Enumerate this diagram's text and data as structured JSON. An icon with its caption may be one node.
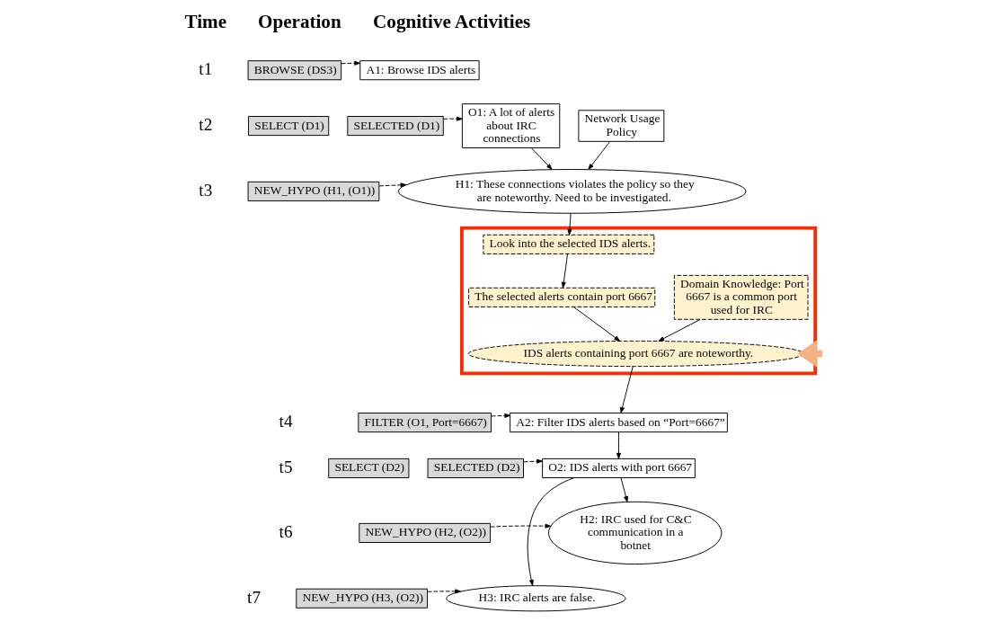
{
  "diagram": {
    "nodes": [
      {
        "text": [
          "BROWSE (DS3)"
        ]
      },
      {
        "text": [
          "A1: Browse IDS alerts"
        ]
      },
      {
        "text": [
          "SELECT (D1)"
        ]
      },
      {
        "text": [
          "SELECTED (D1)"
        ]
      },
      {
        "text": [
          "O1: A lot of alerts about IRC connections"
        ]
      },
      {
        "text": [
          "Network Usage Policy"
        ]
      },
      {
        "text": [
          "NEW_HYPO (H1, (O1))"
        ]
      },
      {
        "text": [
          "H1: These connections violates the policy so they are noteworthy. Need to be investigated."
        ]
      },
      {
        "text": [],
        "shape": "box"
      },
      {
        "text": [
          "Look into the selected IDS alerts."
        ],
        "in": 8
      },
      {
        "text": [
          "The selected alerts contain port 6667"
        ],
        "in": 8
      },
      {
        "text": [
          "Domain Knowledge: Port 6667 is a common port used for IRC"
        ],
        "in": 8
      },
      {
        "text": [
          "IDS alerts containing port 6667 are noteworthy."
        ],
        "in": 8
      },
      {
        "text": [
          "FILTER (O1, Port=6667)"
        ]
      },
      {
        "text": [
          "A2: Filter IDS alerts based on “Port=6667”"
        ]
      },
      {
        "text": [
          "SELECT (D2)"
        ]
      },
      {
        "text": [
          "SELECTED (D2)"
        ]
      },
      {
        "text": [
          "O2: IDS alerts with port 6667"
        ]
      },
      {
        "text": [
          "NEW_HYPO (H2, (O2))"
        ]
      },
      {
        "text": [
          "H2: IRC used for C&C communication in a botnet"
        ]
      },
      {
        "text": [
          "NEW_HYPO (H3, (O2))"
        ]
      },
      {
        "text": [
          "H3: IRC alerts are false."
        ]
      }
    ],
    "edges": [
      {
        "from": 0,
        "to": 1,
        "arrow": "to",
        "style": "dashed"
      },
      {
        "from": 3,
        "to": 4,
        "arrow": "to",
        "style": "dashed"
      },
      {
        "from": 4,
        "to": 7,
        "arrow": "to"
      },
      {
        "from": 5,
        "to": 7,
        "arrow": "to"
      },
      {
        "from": 6,
        "to": 7,
        "arrow": "to",
        "style": "dashed"
      },
      {
        "from": 7,
        "to": 9,
        "arrow": "to"
      },
      {
        "from": 9,
        "to": 10,
        "arrow": "to"
      },
      {
        "from": 10,
        "to": 12,
        "arrow": "to"
      },
      {
        "from": 11,
        "to": 12,
        "arrow": "to"
      },
      {
        "from": 12,
        "to": 14,
        "arrow": "to"
      },
      {
        "from": 13,
        "to": 14,
        "arrow": "to",
        "style": "dashed"
      },
      {
        "from": 14,
        "to": 17,
        "arrow": "to"
      },
      {
        "from": 16,
        "to": 17,
        "arrow": "to",
        "style": "dashed"
      },
      {
        "from": 17,
        "to": 19,
        "arrow": "to"
      },
      {
        "from": 17,
        "to": 21,
        "arrow": "to"
      },
      {
        "from": 18,
        "to": 19,
        "arrow": "to",
        "style": "dashed"
      },
      {
        "from": 20,
        "to": 21,
        "arrow": "to",
        "style": "dashed"
      },
      {
        "from": null,
        "to": 8,
        "arrow": "to",
        "style": "thick",
        "color": "#f4b183"
      }
    ],
    "labels": [
      "Time",
      "Operation",
      "Cognitive Activities",
      "t1",
      "t2",
      "t3",
      "t4",
      "t5",
      "t6",
      "t7"
    ]
  }
}
